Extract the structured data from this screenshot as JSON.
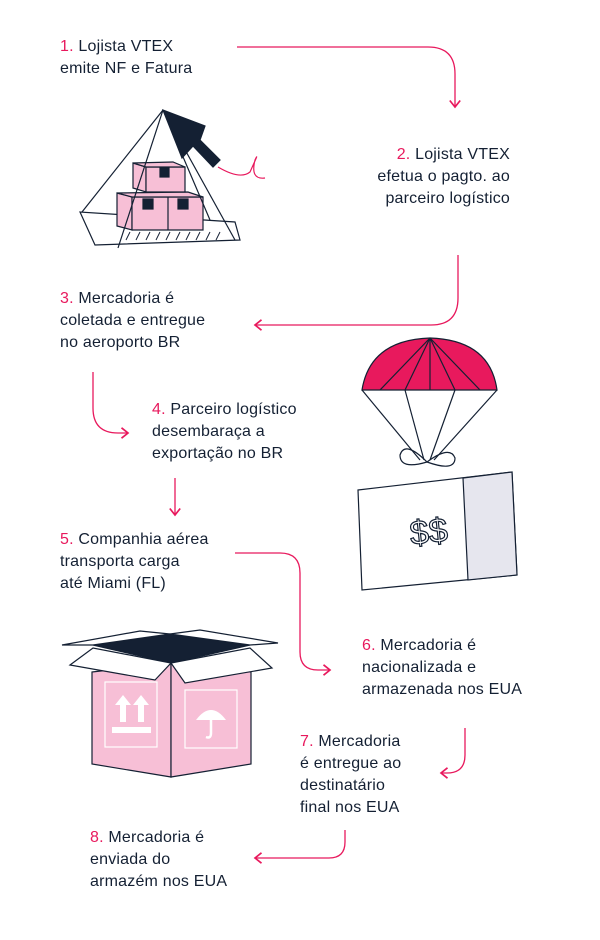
{
  "colors": {
    "accent": "#e8195d",
    "navy": "#142033",
    "box_pink": "#f7bfd6"
  },
  "steps": [
    {
      "num": "1.",
      "lines": [
        "Lojista VTEX",
        "emite NF e Fatura"
      ]
    },
    {
      "num": "2.",
      "lines": [
        "Lojista VTEX",
        "efetua o pagto. ao",
        "parceiro logístico"
      ]
    },
    {
      "num": "3.",
      "lines": [
        "Mercadoria é",
        "coletada e entregue",
        "no aeroporto BR"
      ]
    },
    {
      "num": "4.",
      "lines": [
        "Parceiro logístico",
        "desembaraça a",
        "exportação no BR"
      ]
    },
    {
      "num": "5.",
      "lines": [
        "Companhia aérea",
        "transporta carga",
        "até Miami (FL)"
      ]
    },
    {
      "num": "6.",
      "lines": [
        "Mercadoria é",
        "nacionalizada e",
        "armazenada nos EUA"
      ]
    },
    {
      "num": "7.",
      "lines": [
        "Mercadoria",
        "é entregue ao",
        "destinatário",
        "final nos EUA"
      ]
    },
    {
      "num": "8.",
      "lines": [
        "Mercadoria é",
        "enviada do",
        "armazém nos EUA"
      ]
    }
  ],
  "bill": {
    "text": "$$"
  }
}
